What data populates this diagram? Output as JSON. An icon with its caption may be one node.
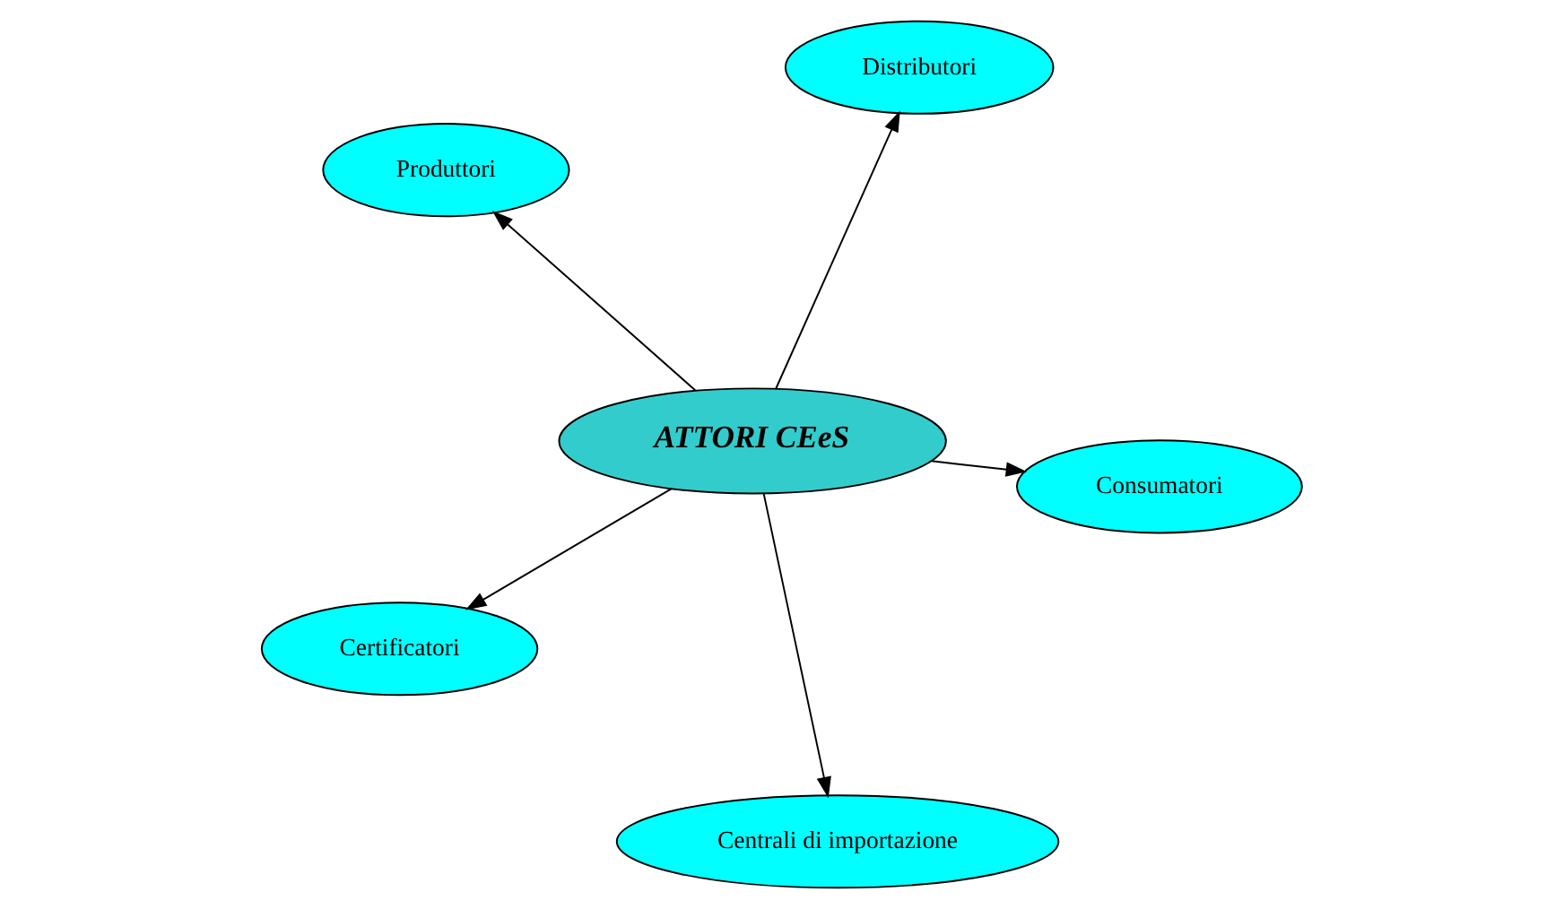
{
  "diagram": {
    "nodes": [
      {
        "text": [
          "Produttori"
        ]
      },
      {
        "text": [
          "Consumatori"
        ]
      },
      {
        "text": [
          "Centrali di importazione"
        ]
      },
      {
        "text": [
          "ATTORI CEeS"
        ]
      },
      {
        "text": [
          "Distributori"
        ]
      },
      {
        "text": [
          "Certificatori"
        ]
      }
    ],
    "edges": [
      {
        "from": 3,
        "to": 0,
        "arrow": "to"
      },
      {
        "from": 3,
        "to": 1,
        "arrow": "to"
      },
      {
        "from": 3,
        "to": 2,
        "arrow": "to"
      },
      {
        "from": 3,
        "to": 4,
        "arrow": "to"
      },
      {
        "from": 3,
        "to": 5,
        "arrow": "to"
      }
    ]
  }
}
